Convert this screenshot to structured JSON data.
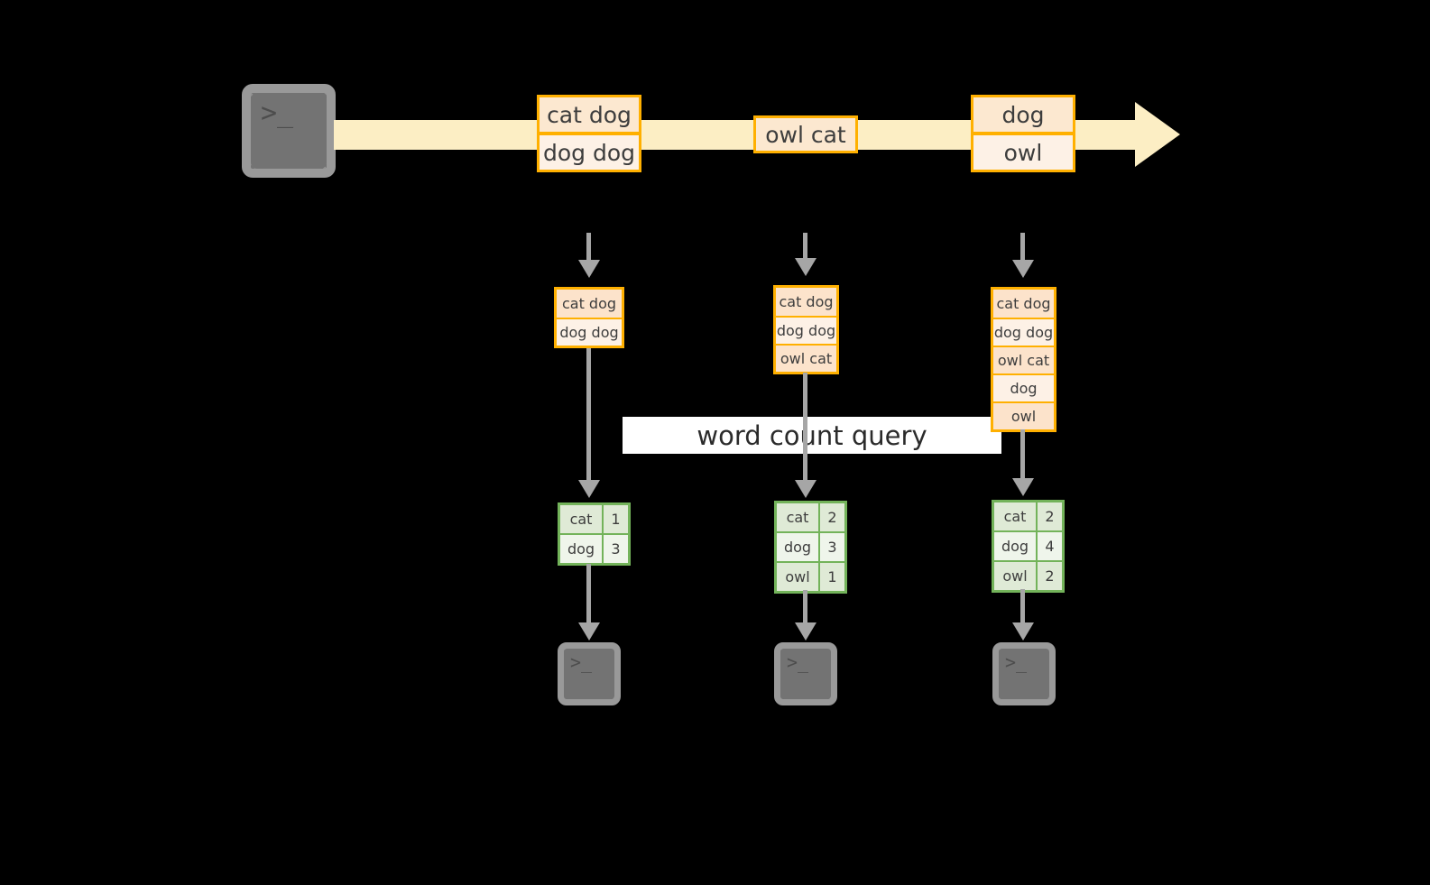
{
  "diagram": {
    "title_caption": "word count query",
    "colors": {
      "stream_band": "#fceec4",
      "event_border": "#ffb000",
      "event_fill_dark": "#fce3cb",
      "event_fill_light": "#fdf1e6",
      "result_border": "#73b35a",
      "result_fill_dark": "#dfead6",
      "result_fill_light": "#eff5eb",
      "connector": "#a6a6a6",
      "terminal_fill": "#737373",
      "background": "#000000",
      "caption_band": "#ffffff"
    },
    "producer_terminal": {
      "icon": "terminal-icon",
      "prompt": ">_"
    },
    "stream": {
      "direction": "left-to-right",
      "events": [
        {
          "id": "ev1",
          "lines": [
            "cat dog",
            "dog dog"
          ]
        },
        {
          "id": "ev2",
          "lines": [
            "owl cat"
          ]
        },
        {
          "id": "ev3",
          "lines": [
            "dog",
            "owl"
          ]
        }
      ]
    },
    "snapshots": [
      {
        "id": "snapshot-1",
        "buffer": [
          "cat dog",
          "dog dog"
        ],
        "result": {
          "rows": [
            {
              "word": "cat",
              "count": "1"
            },
            {
              "word": "dog",
              "count": "3"
            }
          ]
        },
        "consumer_terminal": {
          "icon": "terminal-icon",
          "prompt": ">_"
        }
      },
      {
        "id": "snapshot-2",
        "buffer": [
          "cat dog",
          "dog dog",
          "owl cat"
        ],
        "result": {
          "rows": [
            {
              "word": "cat",
              "count": "2"
            },
            {
              "word": "dog",
              "count": "3"
            },
            {
              "word": "owl",
              "count": "1"
            }
          ]
        },
        "consumer_terminal": {
          "icon": "terminal-icon",
          "prompt": ">_"
        }
      },
      {
        "id": "snapshot-3",
        "buffer": [
          "cat dog",
          "dog dog",
          "owl cat",
          "dog",
          "owl"
        ],
        "result": {
          "rows": [
            {
              "word": "cat",
              "count": "2"
            },
            {
              "word": "dog",
              "count": "4"
            },
            {
              "word": "owl",
              "count": "2"
            }
          ]
        },
        "consumer_terminal": {
          "icon": "terminal-icon",
          "prompt": ">_"
        }
      }
    ]
  }
}
